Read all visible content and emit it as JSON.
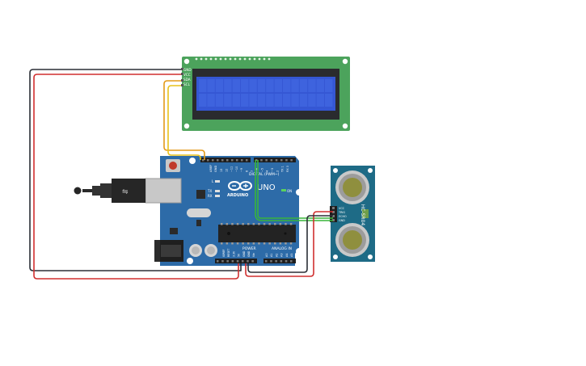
{
  "lcd": {
    "pins": [
      "GND",
      "VCC",
      "SDA",
      "SCL"
    ]
  },
  "arduino": {
    "logo": "ARDUINO",
    "model": "UNO",
    "digital_header_label": "DIGITAL (PWM~)",
    "power_label": "POWER",
    "analog_label": "ANALOG IN",
    "tx_label": "TX",
    "rx_label": "RX",
    "l_label": "L",
    "on_label": "ON",
    "aref_label": "AREF",
    "gnd_label": "GND",
    "digital_pins": [
      "13",
      "12",
      "~11",
      "~10",
      "~9",
      "8",
      "7",
      "~6",
      "~5",
      "4",
      "~3",
      "2",
      "TX 1",
      "RX 0"
    ],
    "power_pins": [
      "IOREF",
      "RESET",
      "3.3V",
      "5V",
      "GND",
      "GND",
      "Vin"
    ],
    "analog_pins": [
      "A0",
      "A1",
      "A2",
      "A3",
      "A4",
      "A5"
    ]
  },
  "sensor": {
    "model": "HC-SR04",
    "pins": [
      "VCC",
      "TRIG",
      "ECHO",
      "GND"
    ]
  },
  "colors": {
    "wire_gnd": "#2b2f36",
    "wire_vcc": "#d02f2f",
    "wire_sda": "#e39a18",
    "wire_scl": "#e8c21c",
    "wire_signal": "#38b53a",
    "board": "#2d6ba8",
    "lcd_pcb": "#4ca35c",
    "lcd_screen": "#3557d4",
    "sensor_pcb": "#1e6b86"
  }
}
